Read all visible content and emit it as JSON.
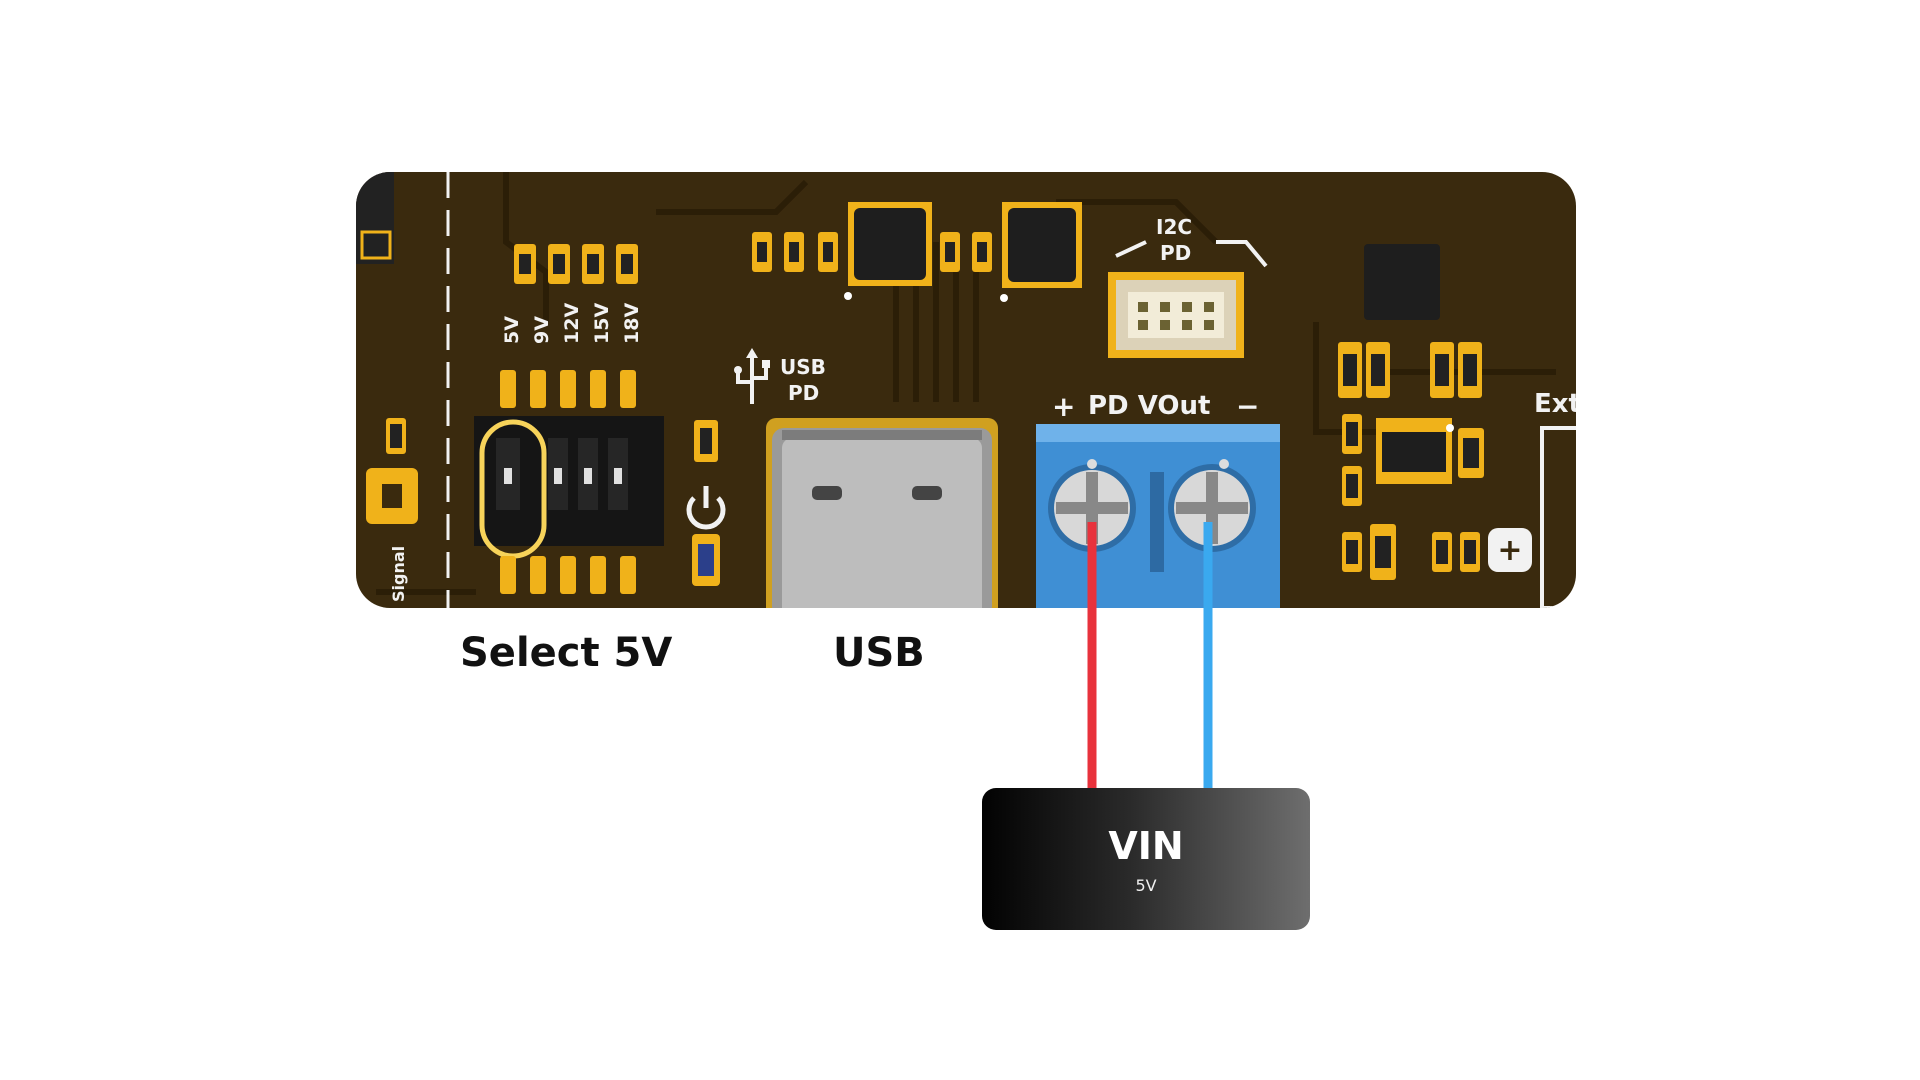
{
  "board": {
    "dip_labels": [
      "5V",
      "9V",
      "12V",
      "15V",
      "18V"
    ],
    "usb_silk_top": "USB",
    "usb_silk_bottom": "PD",
    "i2c_top": "I2C",
    "i2c_bottom": "PD",
    "terminal_plus": "+",
    "terminal_label": "PD VOut",
    "terminal_minus": "−",
    "signal_label": "Signal",
    "ext_label": "Ext",
    "plus_badge": "+"
  },
  "captions": {
    "select": "Select 5V",
    "usb": "USB"
  },
  "vin": {
    "label": "VIN",
    "sub": "5V"
  },
  "colors": {
    "board": "#3a2a0e",
    "pad": "#f0b21a",
    "highlight": "#f7d35a",
    "terminal": "#3f8fd4",
    "wire_positive": "#e8323c",
    "wire_negative": "#3aa9ef"
  },
  "icons": {
    "usb": "usb-icon",
    "power": "power-icon"
  }
}
